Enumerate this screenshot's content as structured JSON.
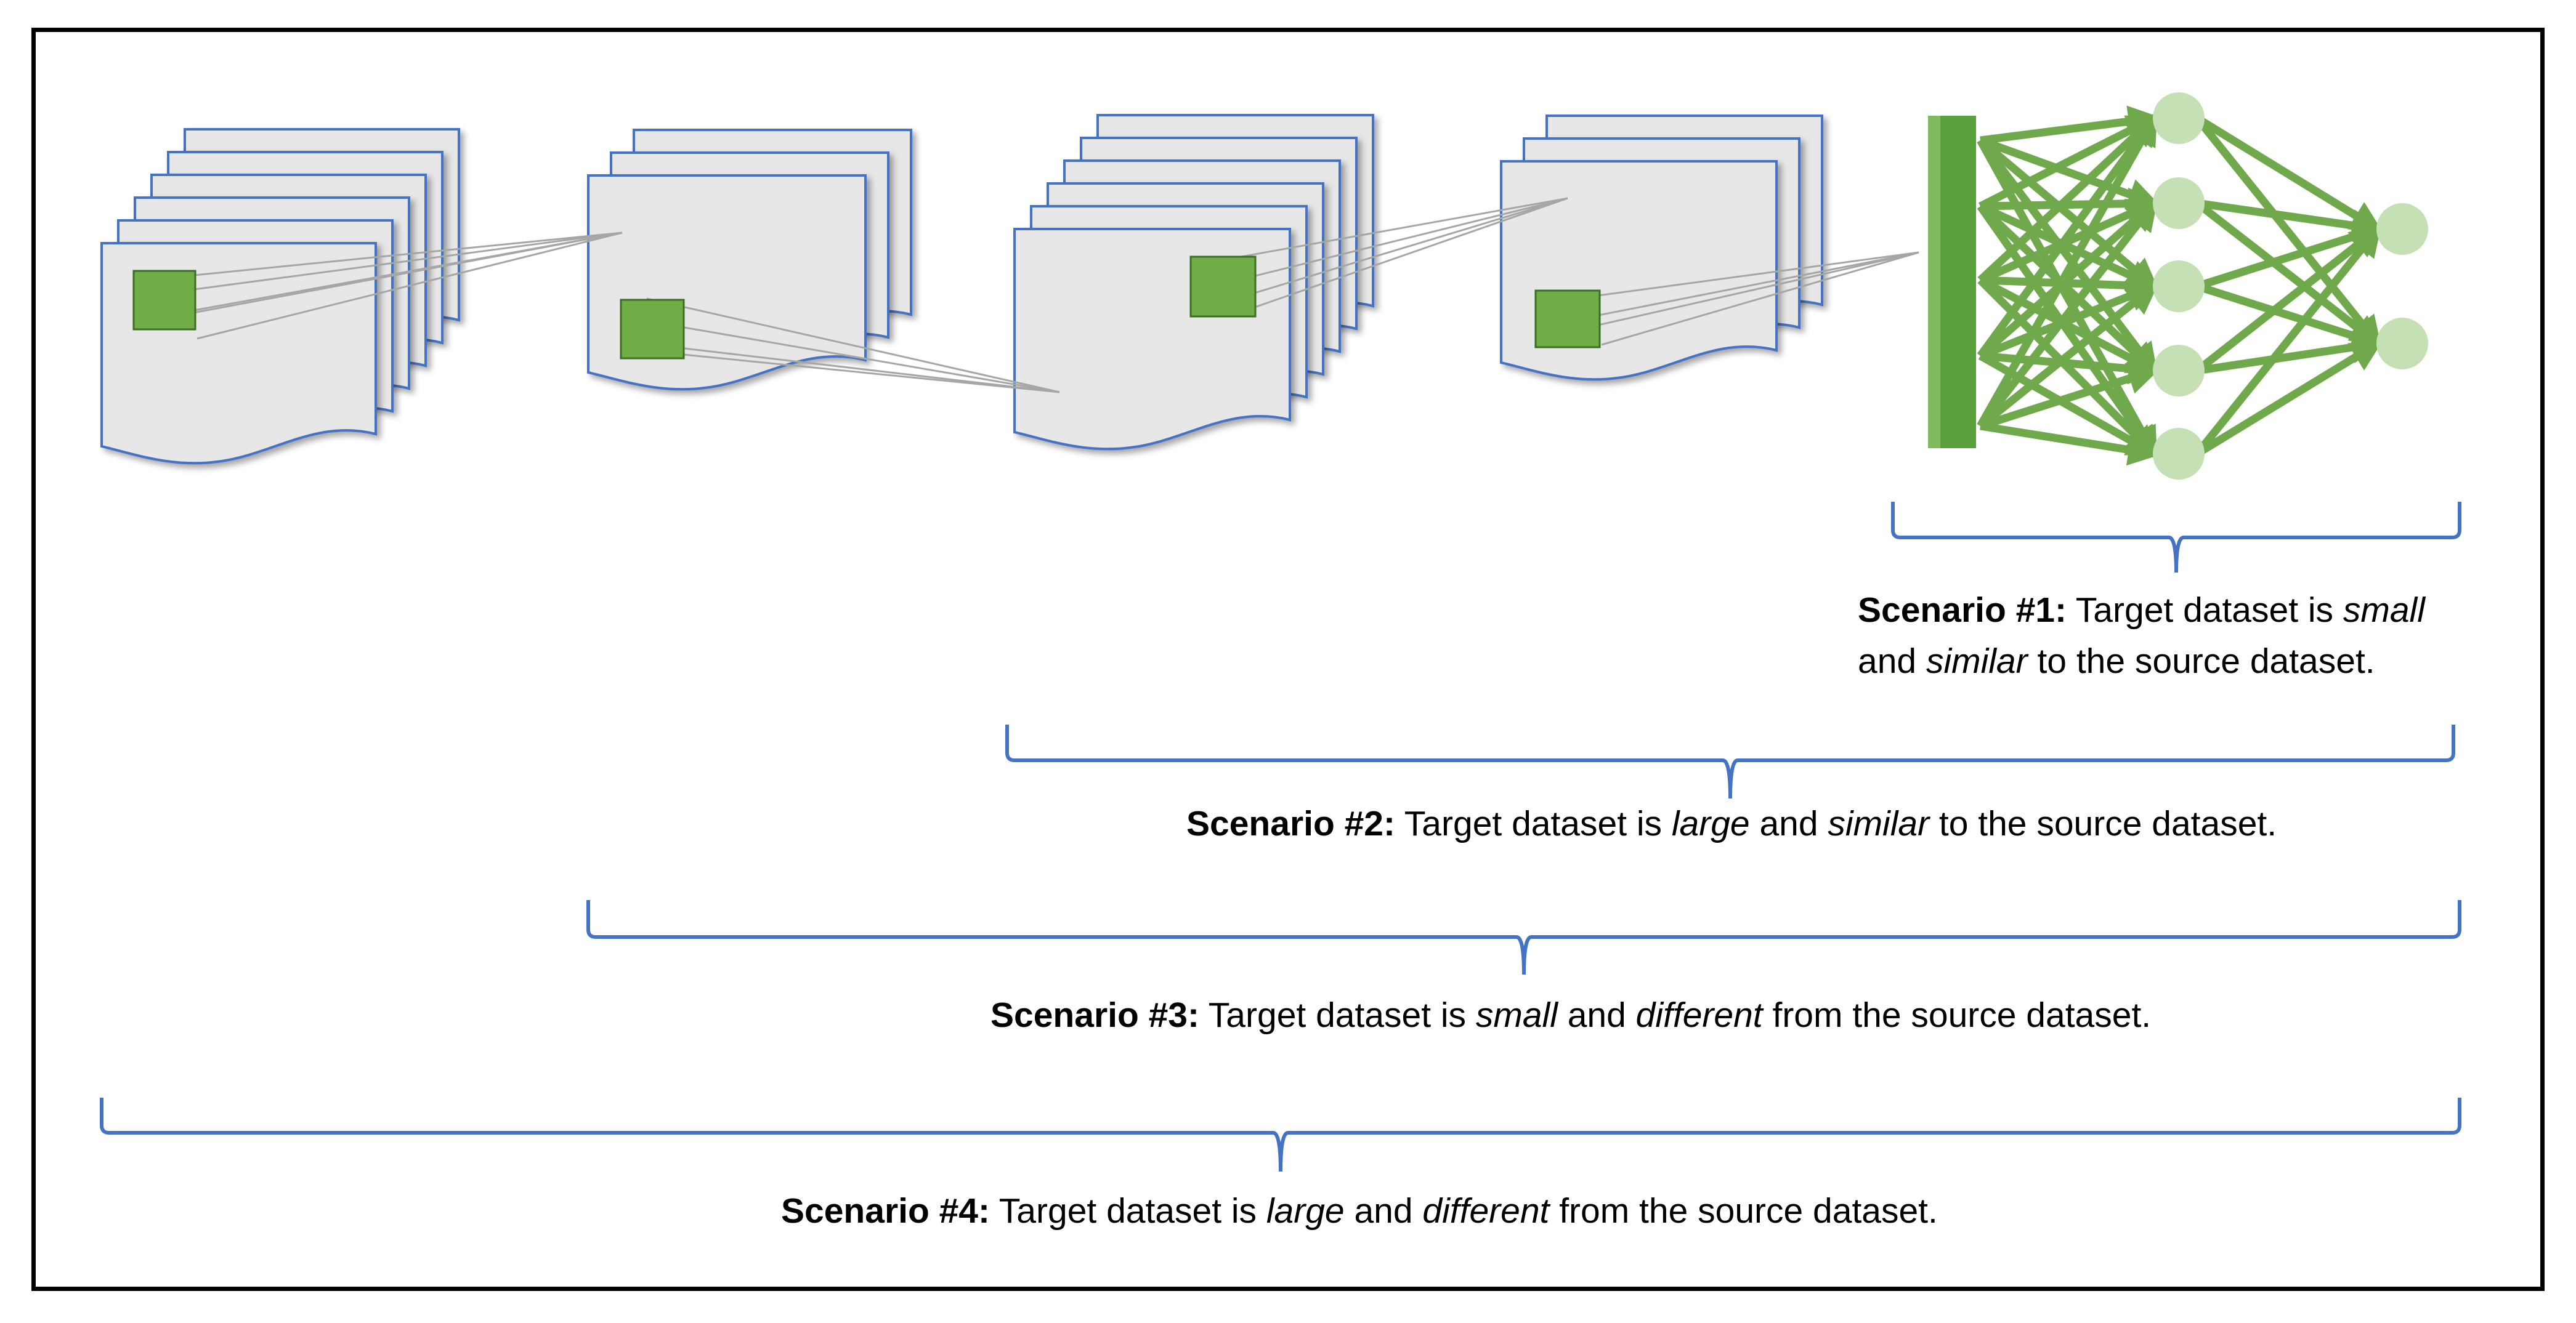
{
  "colors": {
    "frame_border": "#000000",
    "map_fill": "#e7e7e7",
    "map_border": "#4472c4",
    "bracket": "#4472c4",
    "patch_fill": "#70ad47",
    "patch_border": "#3b6d22",
    "connector": "#a6a6a6",
    "network_edge": "#6fa94c",
    "neuron": "#c5e0b4",
    "dense_layer": "#5aa33c"
  },
  "scenarios": [
    {
      "id": "scenario-1",
      "label": "Scenario #1:",
      "parts": [
        {
          "text": " Target dataset is ",
          "style": "normal"
        },
        {
          "text": "small",
          "style": "italic"
        },
        {
          "text": "\nand ",
          "style": "normal"
        },
        {
          "text": "similar",
          "style": "italic"
        },
        {
          "text": " to the source dataset.",
          "style": "normal"
        }
      ]
    },
    {
      "id": "scenario-2",
      "label": "Scenario #2:",
      "parts": [
        {
          "text": " Target dataset is ",
          "style": "normal"
        },
        {
          "text": "large",
          "style": "italic"
        },
        {
          "text": " and ",
          "style": "normal"
        },
        {
          "text": "similar",
          "style": "italic"
        },
        {
          "text": " to the source dataset.",
          "style": "normal"
        }
      ]
    },
    {
      "id": "scenario-3",
      "label": "Scenario #3:",
      "parts": [
        {
          "text": " Target dataset is ",
          "style": "normal"
        },
        {
          "text": "small",
          "style": "italic"
        },
        {
          "text": " and ",
          "style": "normal"
        },
        {
          "text": "different",
          "style": "italic"
        },
        {
          "text": " from the source dataset.",
          "style": "normal"
        }
      ]
    },
    {
      "id": "scenario-4",
      "label": "Scenario #4:",
      "parts": [
        {
          "text": " Target dataset is ",
          "style": "normal"
        },
        {
          "text": "large",
          "style": "italic"
        },
        {
          "text": " and ",
          "style": "normal"
        },
        {
          "text": "different",
          "style": "italic"
        },
        {
          "text": " from the source dataset.",
          "style": "normal"
        }
      ]
    }
  ]
}
